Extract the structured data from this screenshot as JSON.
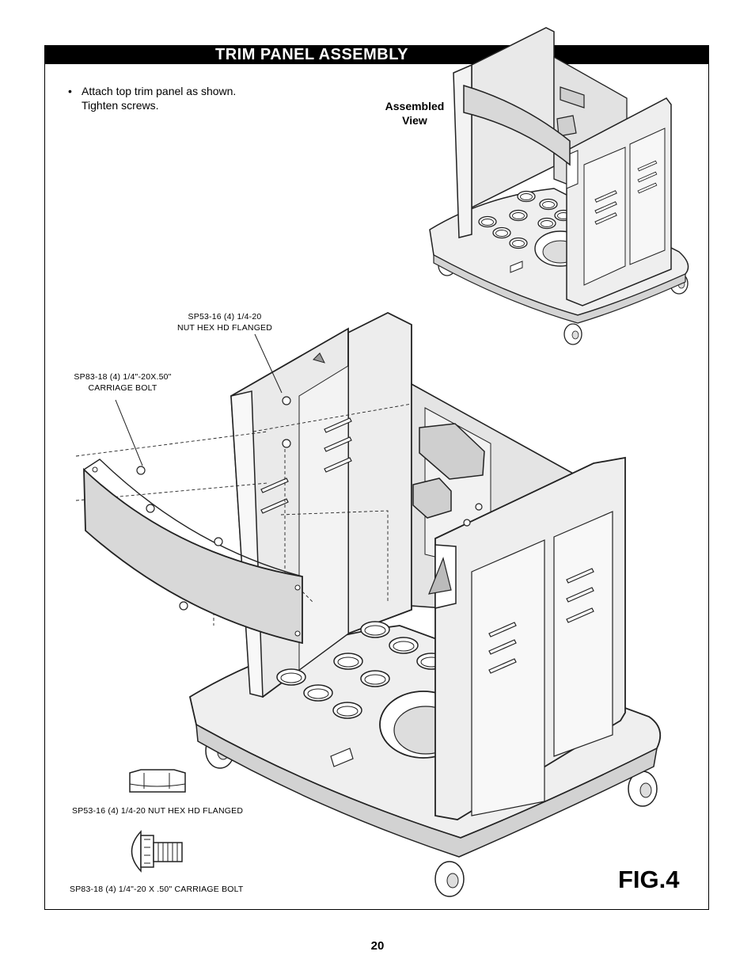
{
  "header": {
    "title": "TRIM PANEL ASSEMBLY"
  },
  "instructions": {
    "bullet": "•",
    "line1": "Attach top trim panel as shown.",
    "line2": "Tighten screws."
  },
  "assembled_view": {
    "line1": "Assembled",
    "line2": "View"
  },
  "callouts": {
    "nut_line1": "SP53-16  (4)  1/4-20",
    "nut_line2": "NUT HEX HD FLANGED",
    "bolt_line1": "SP83-18 (4) 1/4\"-20X.50\"",
    "bolt_line2": "CARRIAGE BOLT"
  },
  "parts": {
    "nut_caption": "SP53-16  (4)  1/4-20 NUT HEX HD FLANGED",
    "bolt_caption": "SP83-18 (4) 1/4\"-20 X .50\" CARRIAGE BOLT"
  },
  "figure_label": "FIG.4",
  "page_number": "20"
}
